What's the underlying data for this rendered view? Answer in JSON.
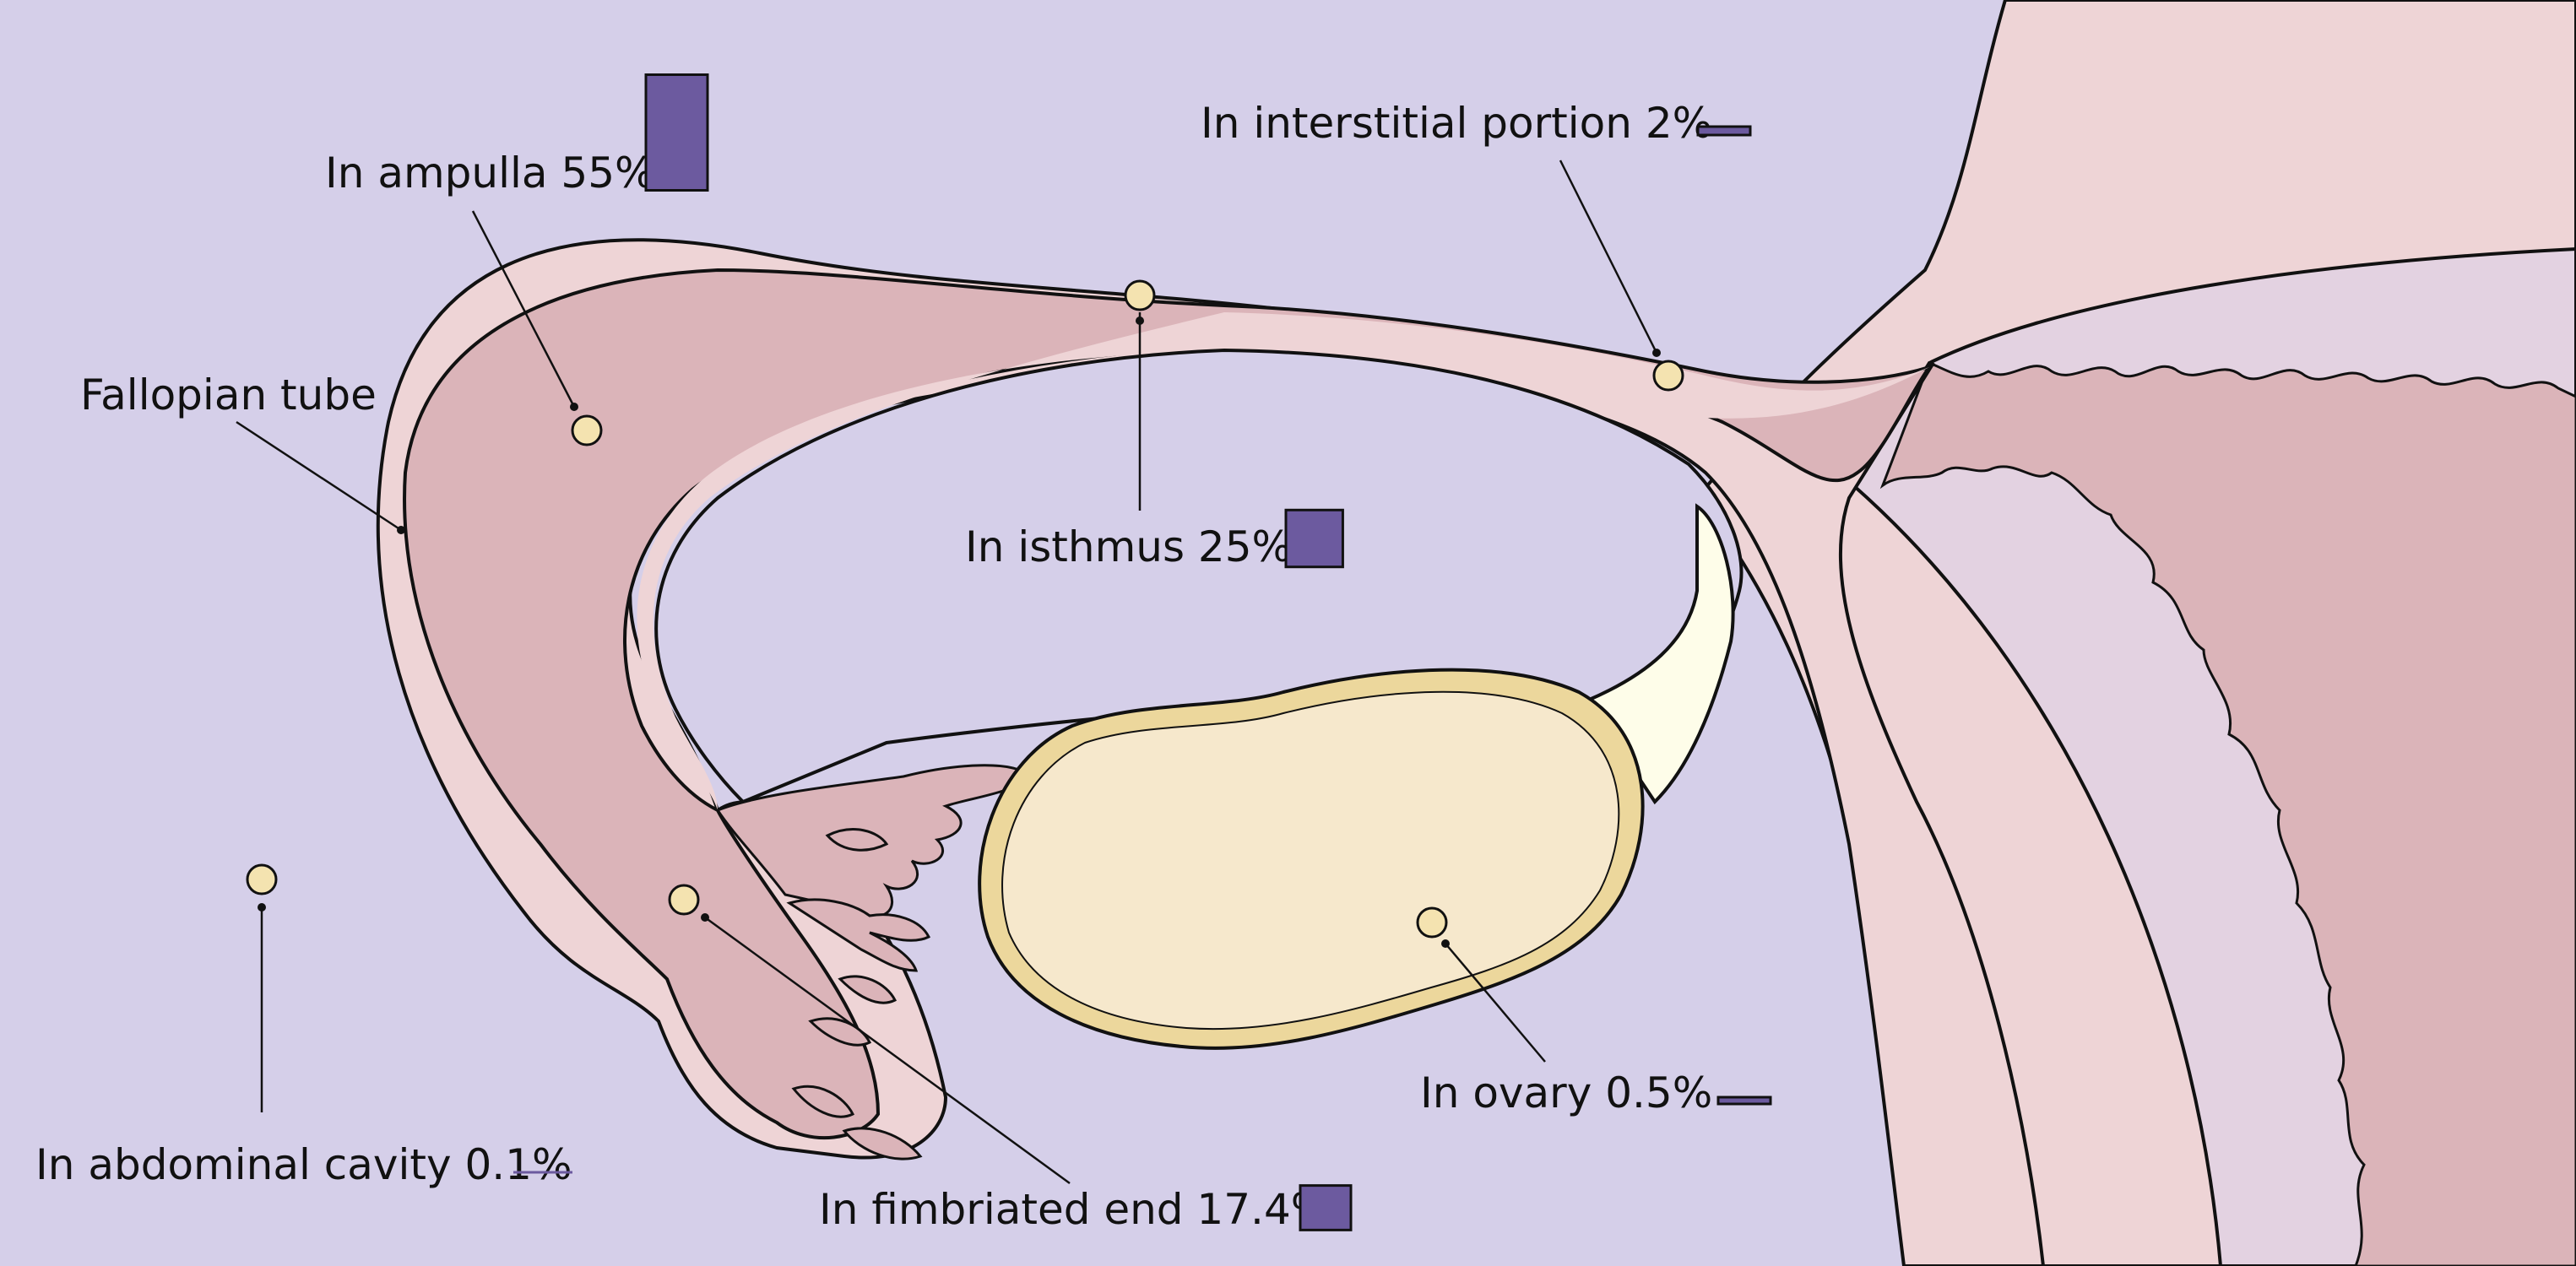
{
  "labels": {
    "fallopian_tube": "Fallopian tube",
    "ampulla": "In ampulla 55%",
    "interstitial": "In interstitial portion 2%",
    "isthmus": "In isthmus 25%",
    "ovary": "In ovary 0.5%",
    "abdominal": "In abdominal cavity 0.1%",
    "fimbriated": "In fimbriated end 17.4%"
  },
  "chart_data": {
    "type": "bar",
    "categories": [
      "In ampulla",
      "In isthmus",
      "In fimbriated end",
      "In interstitial portion",
      "In ovary",
      "In abdominal cavity"
    ],
    "values": [
      55,
      25,
      17.4,
      2,
      0.5,
      0.1
    ]
  },
  "colors": {
    "background": "#d5cfe9",
    "tube_wall": "#eed4d6",
    "tube_lumen": "#dbb4b9",
    "uterus_inner": "#e3d2e1",
    "ovary": "#f6e8cc",
    "ovary_rim": "#ecd79c",
    "ligament": "#fefde9",
    "site_marker": "#f4e3b0",
    "bar": "#6c5a9f",
    "outline": "#111111"
  }
}
